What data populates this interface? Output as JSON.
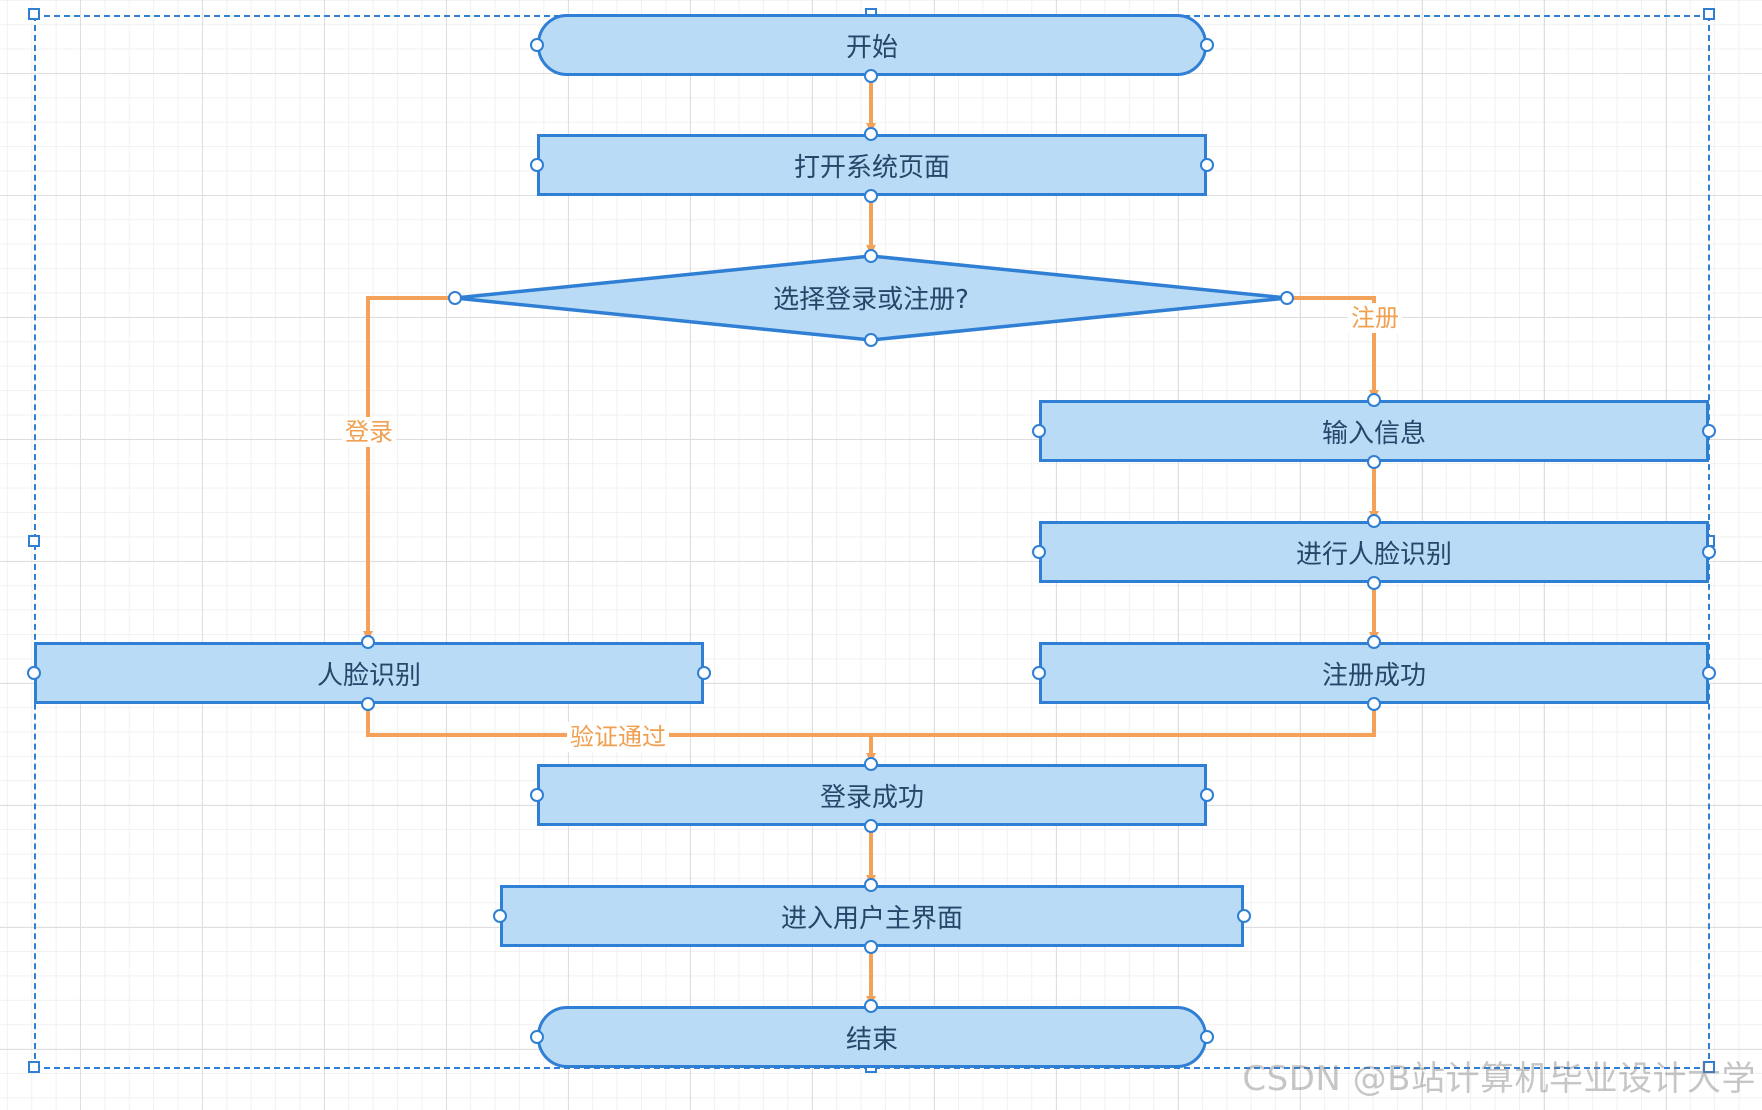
{
  "nodes": {
    "start": "开始",
    "open_page": "打开系统页面",
    "decision": "选择登录或注册?",
    "input_info": "输入信息",
    "face_recognition_register": "进行人脸识别",
    "face_recognition_login": "人脸识别",
    "register_success": "注册成功",
    "login_success": "登录成功",
    "enter_main": "进入用户主界面",
    "end": "结束"
  },
  "edge_labels": {
    "login": "登录",
    "register": "注册",
    "verified": "验证通过"
  },
  "watermark": "CSDN @B站计算机毕业设计大学",
  "colors": {
    "node_fill": "#b9dbf6",
    "node_border": "#2f7fd4",
    "connector": "#f4a259",
    "label_text": "#f0a050"
  }
}
